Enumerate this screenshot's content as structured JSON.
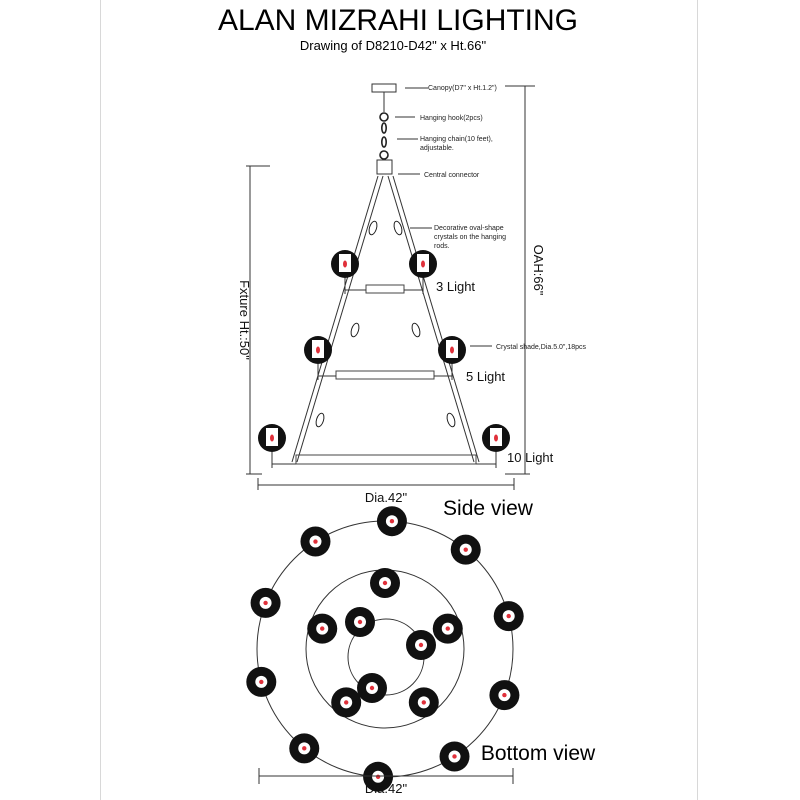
{
  "title": "ALAN MIZRAHI LIGHTING",
  "subtitle": "Drawing of D8210-D42\" x Ht.66\"",
  "annotations": {
    "canopy": "Canopy(D7\" x Ht.1.2\")",
    "hook": "Hanging hook(2pcs)",
    "chain_1": "Hanging chain(10 feet),",
    "chain_2": "adjustable.",
    "connector": "Central connector",
    "crystals_1": "Decorative oval-shape",
    "crystals_2": "crystals on the hanging",
    "crystals_3": "rods.",
    "shade": "Crystal shade,Dia.5.0\",18pcs"
  },
  "tiers": {
    "top": "3 Light",
    "middle": "5 Light",
    "bottom": "10 Light"
  },
  "dimensions": {
    "fixture_height": "Fxture Ht.:50\"",
    "oah": "OAH:66\"",
    "side_dia": "Dia.42\"",
    "bottom_dia": "Dia.42\""
  },
  "views": {
    "side": "Side view",
    "bottom": "Bottom view"
  },
  "colors": {
    "shade": "#111111",
    "bulb": "#e0303a"
  }
}
